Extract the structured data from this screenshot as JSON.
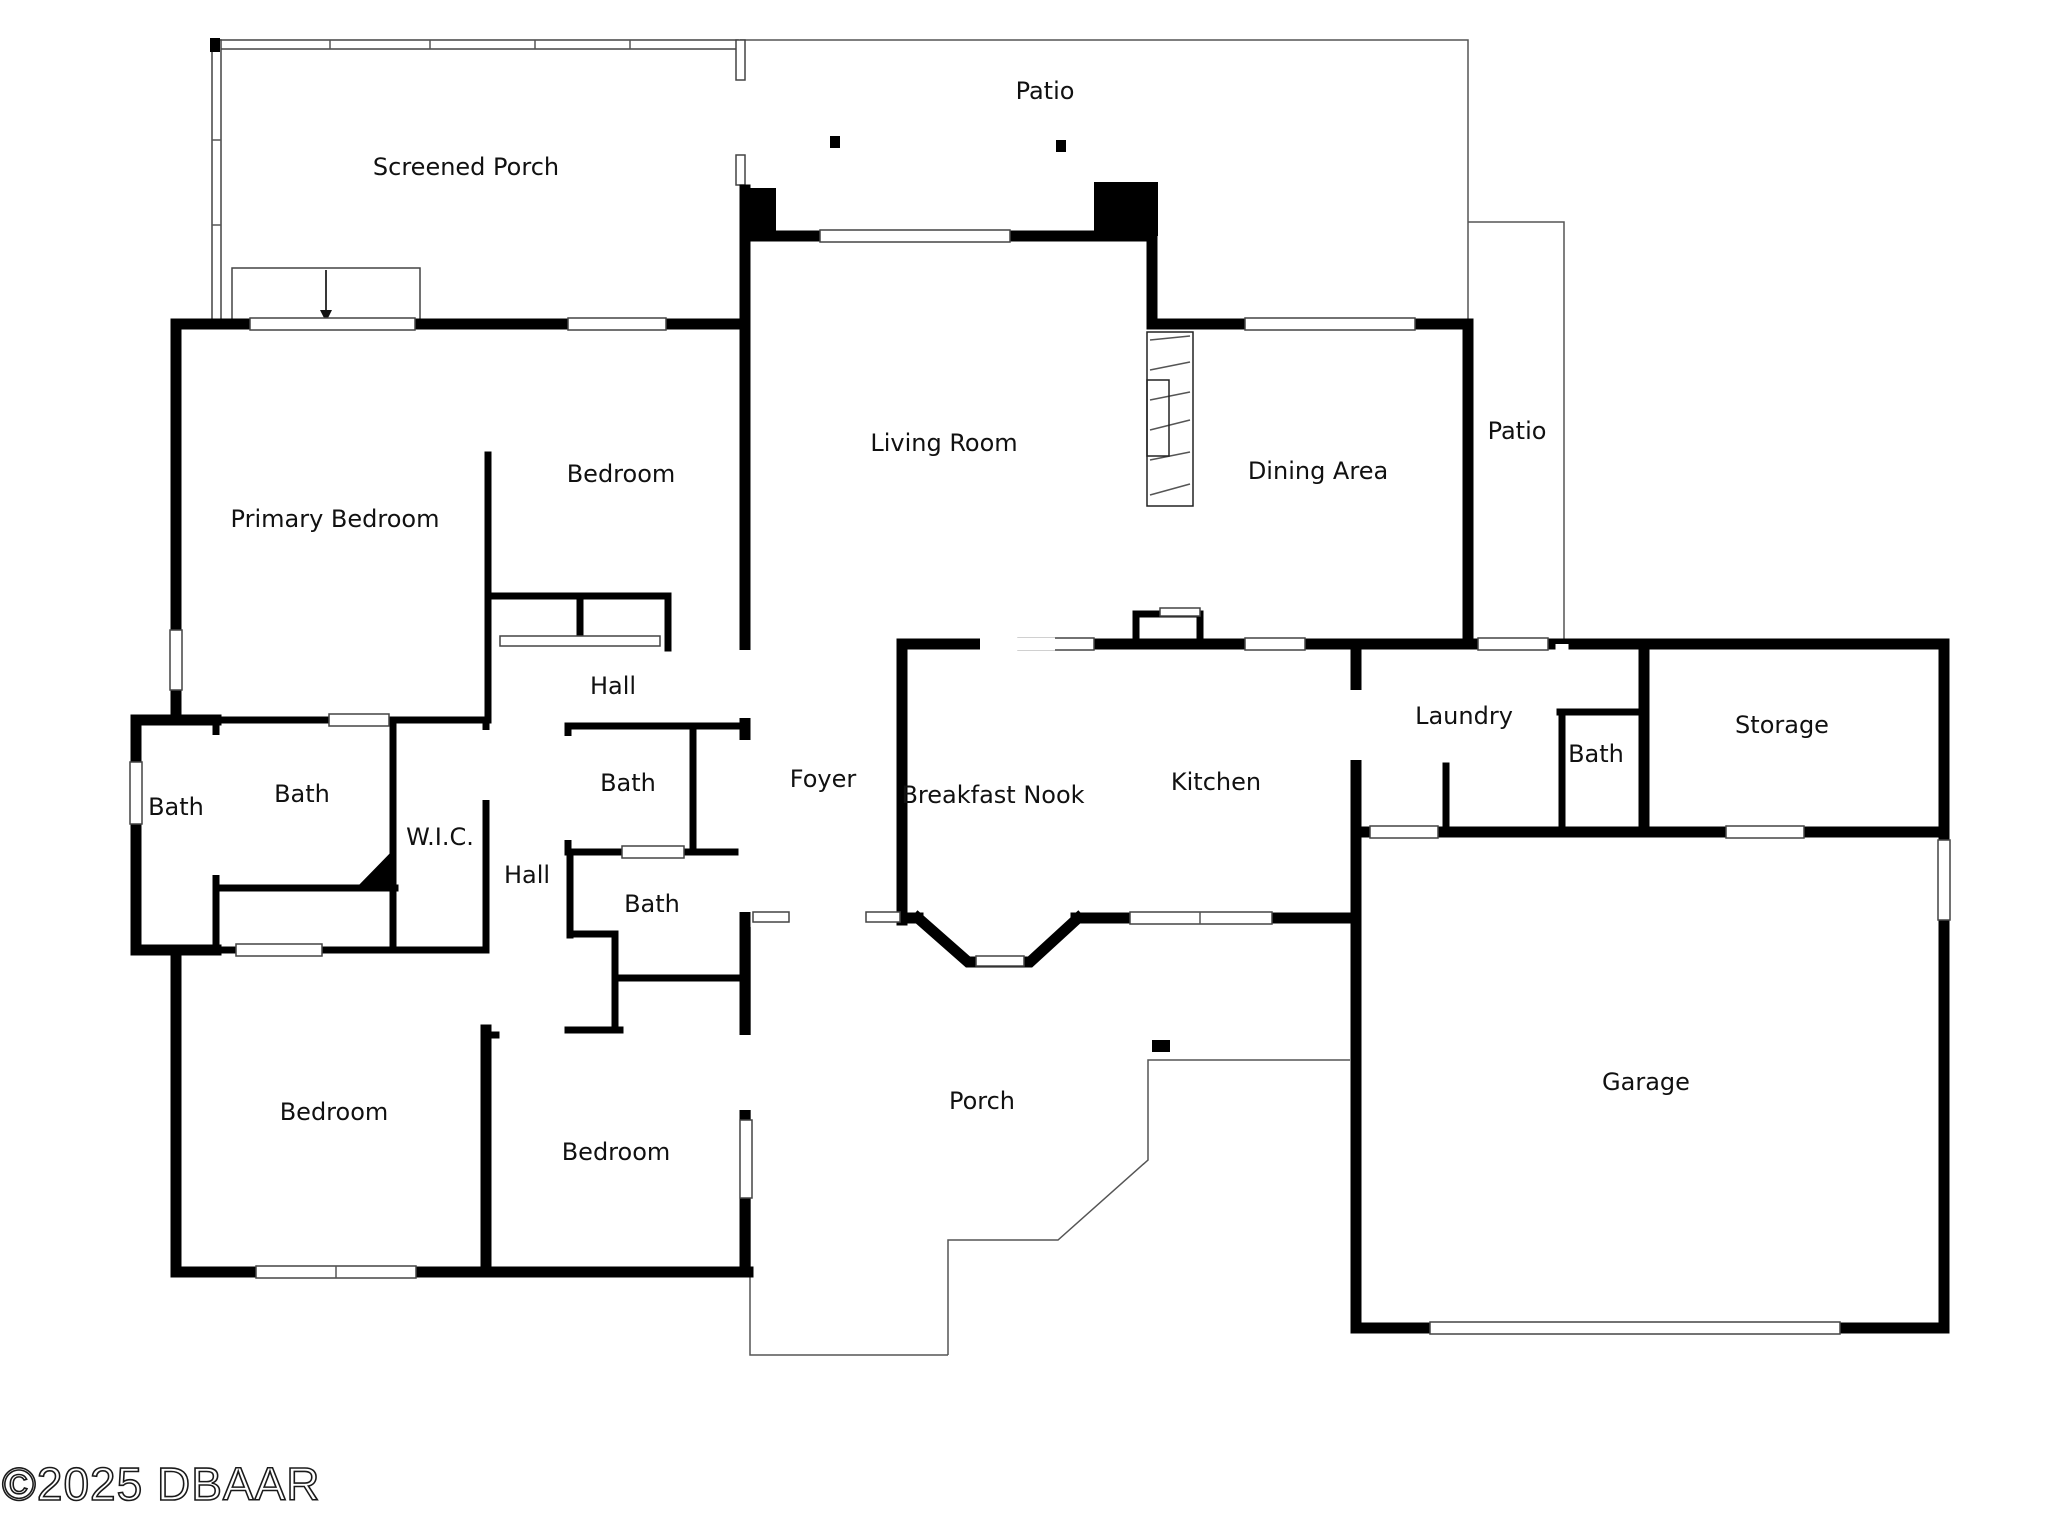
{
  "rooms": {
    "screened_porch": "Screened Porch",
    "patio_top": "Patio",
    "patio_side": "Patio",
    "living_room": "Living Room",
    "dining_area": "Dining Area",
    "primary_bedroom": "Primary Bedroom",
    "bedroom_north": "Bedroom",
    "hall_upper": "Hall",
    "hall_lower": "Hall",
    "bath_outer": "Bath",
    "bath_primary": "Bath",
    "wic": "W.I.C.",
    "bath_hall_upper": "Bath",
    "bath_hall_lower": "Bath",
    "foyer": "Foyer",
    "breakfast_nook": "Breakfast Nook",
    "kitchen": "Kitchen",
    "laundry": "Laundry",
    "bath_laundry": "Bath",
    "storage": "Storage",
    "garage": "Garage",
    "porch": "Porch",
    "bedroom_southwest": "Bedroom",
    "bedroom_south": "Bedroom"
  },
  "watermark": "©2025 DBAAR"
}
